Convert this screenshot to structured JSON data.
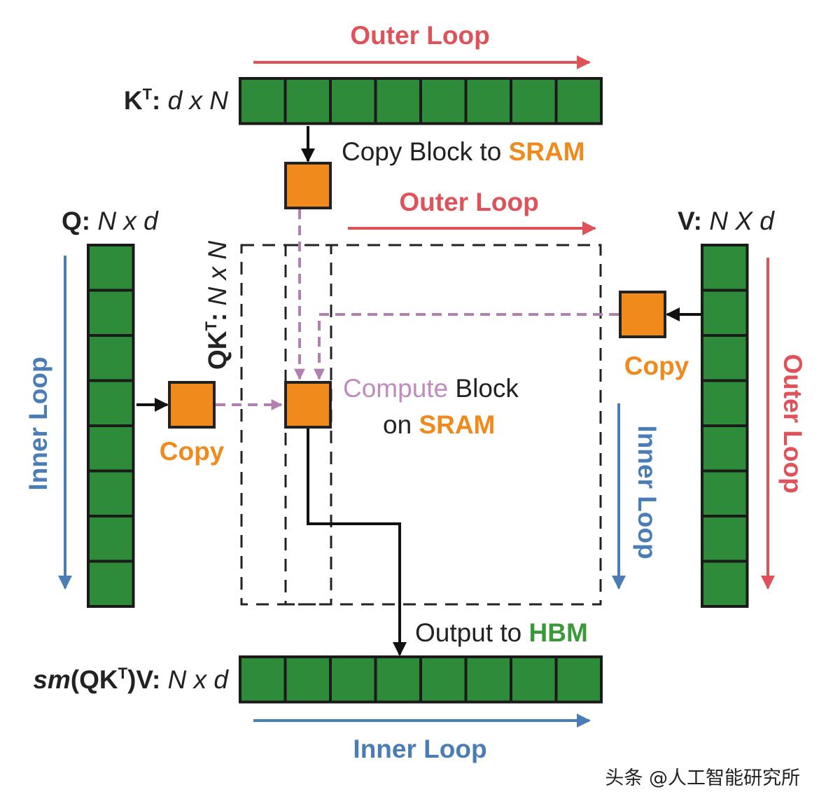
{
  "colors": {
    "block_green": "#2e8b3a",
    "block_orange": "#f08a1d",
    "outer_loop": "#e0525a",
    "inner_loop": "#4a7db5",
    "dashed_arrow": "#b080b0",
    "hbm_green": "#3a9a3a",
    "text_dark": "#222222"
  },
  "labels": {
    "outer_loop_top": "Outer Loop",
    "outer_loop_mid": "Outer Loop",
    "outer_loop_right": "Outer Loop",
    "inner_loop_left": "Inner Loop",
    "inner_loop_right": "Inner Loop",
    "inner_loop_bottom": "Inner Loop",
    "kt_prefix": "K",
    "kt_sup": "T",
    "kt_colon": ":",
    "kt_dims": "d x N",
    "q_prefix": "Q:",
    "q_dims": "N x d",
    "v_prefix": "V:",
    "v_dims": "N X d",
    "qkt_prefix": "QK",
    "qkt_sup": "T",
    "qkt_colon": ":",
    "qkt_dims": "N x N",
    "out_sm": "sm",
    "out_paren": "(QK",
    "out_sup": "T",
    "out_close": ")V:",
    "out_dims": "N x d",
    "copy_block_to": "Copy Block to ",
    "sram_top": "SRAM",
    "copy_left": "Copy",
    "copy_right": "Copy",
    "compute": "Compute",
    "block": " Block",
    "on": "on ",
    "sram_mid": "SRAM",
    "output_to": "Output to ",
    "hbm": "HBM",
    "watermark": "头条 @人工智能研究所"
  }
}
